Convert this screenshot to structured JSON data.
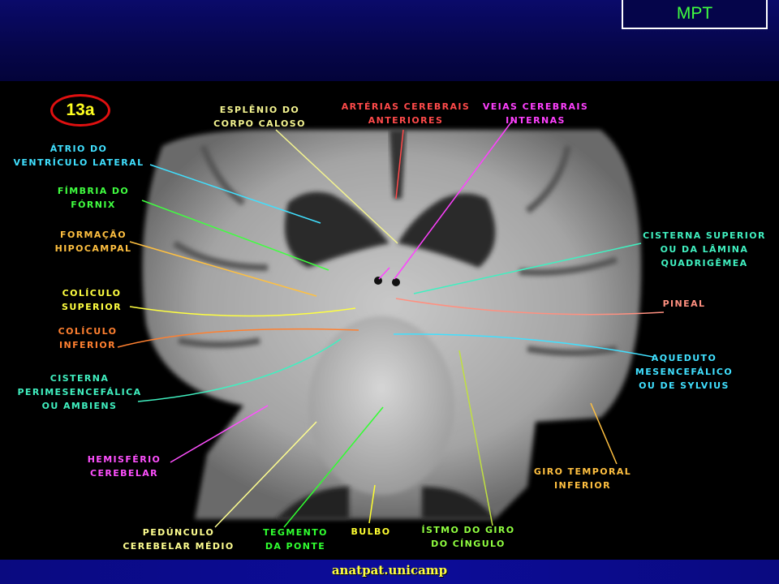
{
  "header": {
    "badge": "MPT"
  },
  "footer": {
    "text": "anatpat.unicamp"
  },
  "figure": {
    "number": "13a",
    "labels": {
      "esplenio": {
        "lines": [
          "ESPLÊNIO DO",
          "CORPO CALOSO"
        ],
        "color": "#f4f490"
      },
      "arterias": {
        "lines": [
          "ARTÉRIAS CEREBRAIS",
          "ANTERIORES"
        ],
        "color": "#ff4a4a"
      },
      "veias": {
        "lines": [
          "VEIAS CEREBRAIS",
          "INTERNAS"
        ],
        "color": "#ff40ff"
      },
      "atrio": {
        "lines": [
          "ÁTRIO DO",
          "VENTRÍCULO LATERAL"
        ],
        "color": "#40e0ff"
      },
      "fimbria": {
        "lines": [
          "FÍMBRIA DO",
          "FÓRNIX"
        ],
        "color": "#40ff40"
      },
      "formacao": {
        "lines": [
          "FORMAÇÃO",
          "HIPOCAMPAL"
        ],
        "color": "#ffc040"
      },
      "coliculo_sup": {
        "lines": [
          "COLÍCULO",
          "SUPERIOR"
        ],
        "color": "#ffff40"
      },
      "coliculo_inf": {
        "lines": [
          "COLÍCULO",
          "INFERIOR"
        ],
        "color": "#ff8030"
      },
      "cisterna_peri": {
        "lines": [
          "CISTERNA",
          "PERIMESENCEFÁLICA",
          "OU AMBIENS"
        ],
        "color": "#40f0c0"
      },
      "hemisferio": {
        "lines": [
          "HEMISFÉRIO",
          "CEREBELAR"
        ],
        "color": "#ff50ff"
      },
      "pedunculo": {
        "lines": [
          "PEDÚNCULO",
          "CEREBELAR MÉDIO"
        ],
        "color": "#ffff90"
      },
      "tegmento": {
        "lines": [
          "TEGMENTO",
          "DA PONTE"
        ],
        "color": "#30ff30"
      },
      "bulbo": {
        "lines": [
          "BULBO"
        ],
        "color": "#ffff30"
      },
      "istmo": {
        "lines": [
          "ÍSTMO DO GIRO",
          "DO CÍNGULO"
        ],
        "color": "#90ff40"
      },
      "giro_temporal": {
        "lines": [
          "GIRO TEMPORAL",
          "INFERIOR"
        ],
        "color": "#ffc040"
      },
      "cisterna_sup": {
        "lines": [
          "CISTERNA SUPERIOR",
          "OU DA LÂMINA",
          "QUADRIGÊMEA"
        ],
        "color": "#40f0c0"
      },
      "pineal": {
        "lines": [
          "PINEAL"
        ],
        "color": "#ff9080"
      },
      "aqueduto": {
        "lines": [
          "AQUEDUTO",
          "MESENCEFÁLICO",
          "OU DE SYLVIUS"
        ],
        "color": "#40e0ff"
      }
    }
  }
}
